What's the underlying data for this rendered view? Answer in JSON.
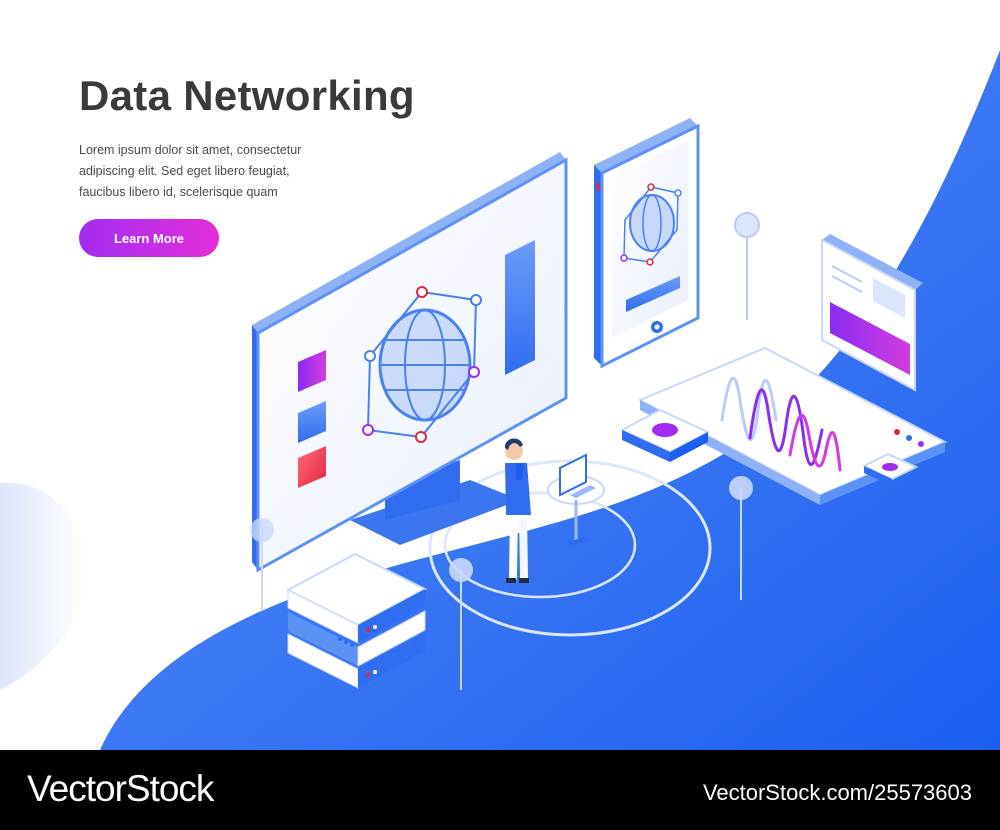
{
  "hero": {
    "title": "Data Networking",
    "description": [
      "Lorem ipsum dolor sit amet, consectetur",
      "adipiscing elit. Sed eget libero feugiat,",
      "faucibus libero id, scelerisque quam"
    ],
    "cta_label": "Learn More"
  },
  "watermark": {
    "logo": "VectorStock",
    "url": "VectorStock.com/25573603"
  },
  "colors": {
    "accent_gradient_start": "#a22cf2",
    "accent_gradient_end": "#e42fd9",
    "brand_blue": "#2f6cf0",
    "title_text": "#3a3a3a",
    "footer_bg": "#000000"
  },
  "icons": [
    "globe-icon",
    "gear-icon",
    "server-icon",
    "phone-icon",
    "monitor-icon",
    "waveform-icon",
    "user-figure-icon"
  ]
}
